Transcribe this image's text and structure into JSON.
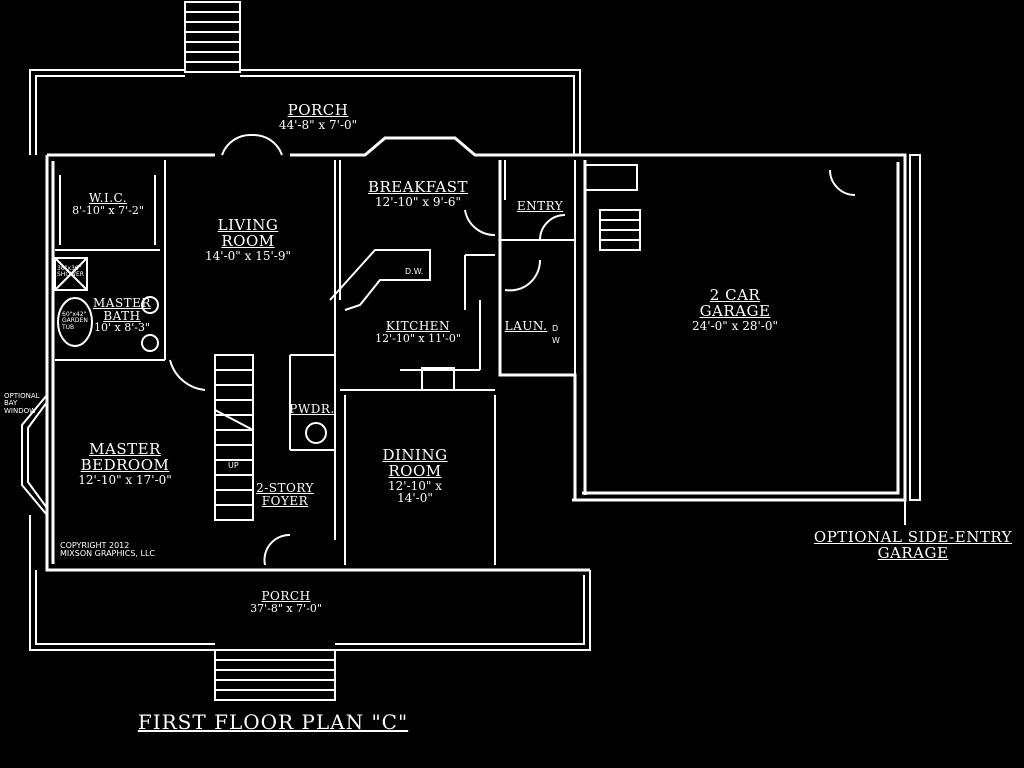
{
  "title": "FIRST FLOOR PLAN \"C\"",
  "rooms": [
    {
      "id": "porch-rear",
      "name": "PORCH",
      "dim": "44'-8\" x 7'-0\""
    },
    {
      "id": "wic",
      "name": "W.I.C.",
      "dim": "8'-10\" x 7'-2\""
    },
    {
      "id": "living",
      "name": "LIVING ROOM",
      "dim": "14'-0\" x 15'-9\""
    },
    {
      "id": "breakfast",
      "name": "BREAKFAST",
      "dim": "12'-10\" x 9'-6\""
    },
    {
      "id": "entry",
      "name": "ENTRY",
      "dim": ""
    },
    {
      "id": "master-bath",
      "name": "MASTER BATH",
      "dim": "10' x 8'-3\""
    },
    {
      "id": "kitchen",
      "name": "KITCHEN",
      "dim": "12'-10\" x 11'-0\""
    },
    {
      "id": "laundry",
      "name": "LAUN.",
      "dim": ""
    },
    {
      "id": "garage",
      "name": "2 CAR GARAGE",
      "dim": "24'-0\" x 28'-0\""
    },
    {
      "id": "powder",
      "name": "PWDR.",
      "dim": ""
    },
    {
      "id": "master-bedroom",
      "name": "MASTER BEDROOM",
      "dim": "12'-10\" x 17'-0\""
    },
    {
      "id": "dining",
      "name": "DINING ROOM",
      "dim": "12'-10\" x 14'-0\""
    },
    {
      "id": "foyer",
      "name": "2-STORY FOYER",
      "dim": ""
    },
    {
      "id": "porch-front",
      "name": "PORCH",
      "dim": "37'-8\" x 7'-0\""
    }
  ],
  "fixtures": {
    "shower": "36\"x36\" SHOWER",
    "tub": "60\"x42\" GARDEN TUB",
    "dishwasher": "D.W.",
    "dryer": "D",
    "washer": "W",
    "stairs_up": "UP",
    "bay_window": "OPTIONAL BAY WINDOW"
  },
  "copyright": "COPYRIGHT 2012 MIXSON GRAPHICS, LLC",
  "optional_garage": "OPTIONAL SIDE-ENTRY GARAGE"
}
